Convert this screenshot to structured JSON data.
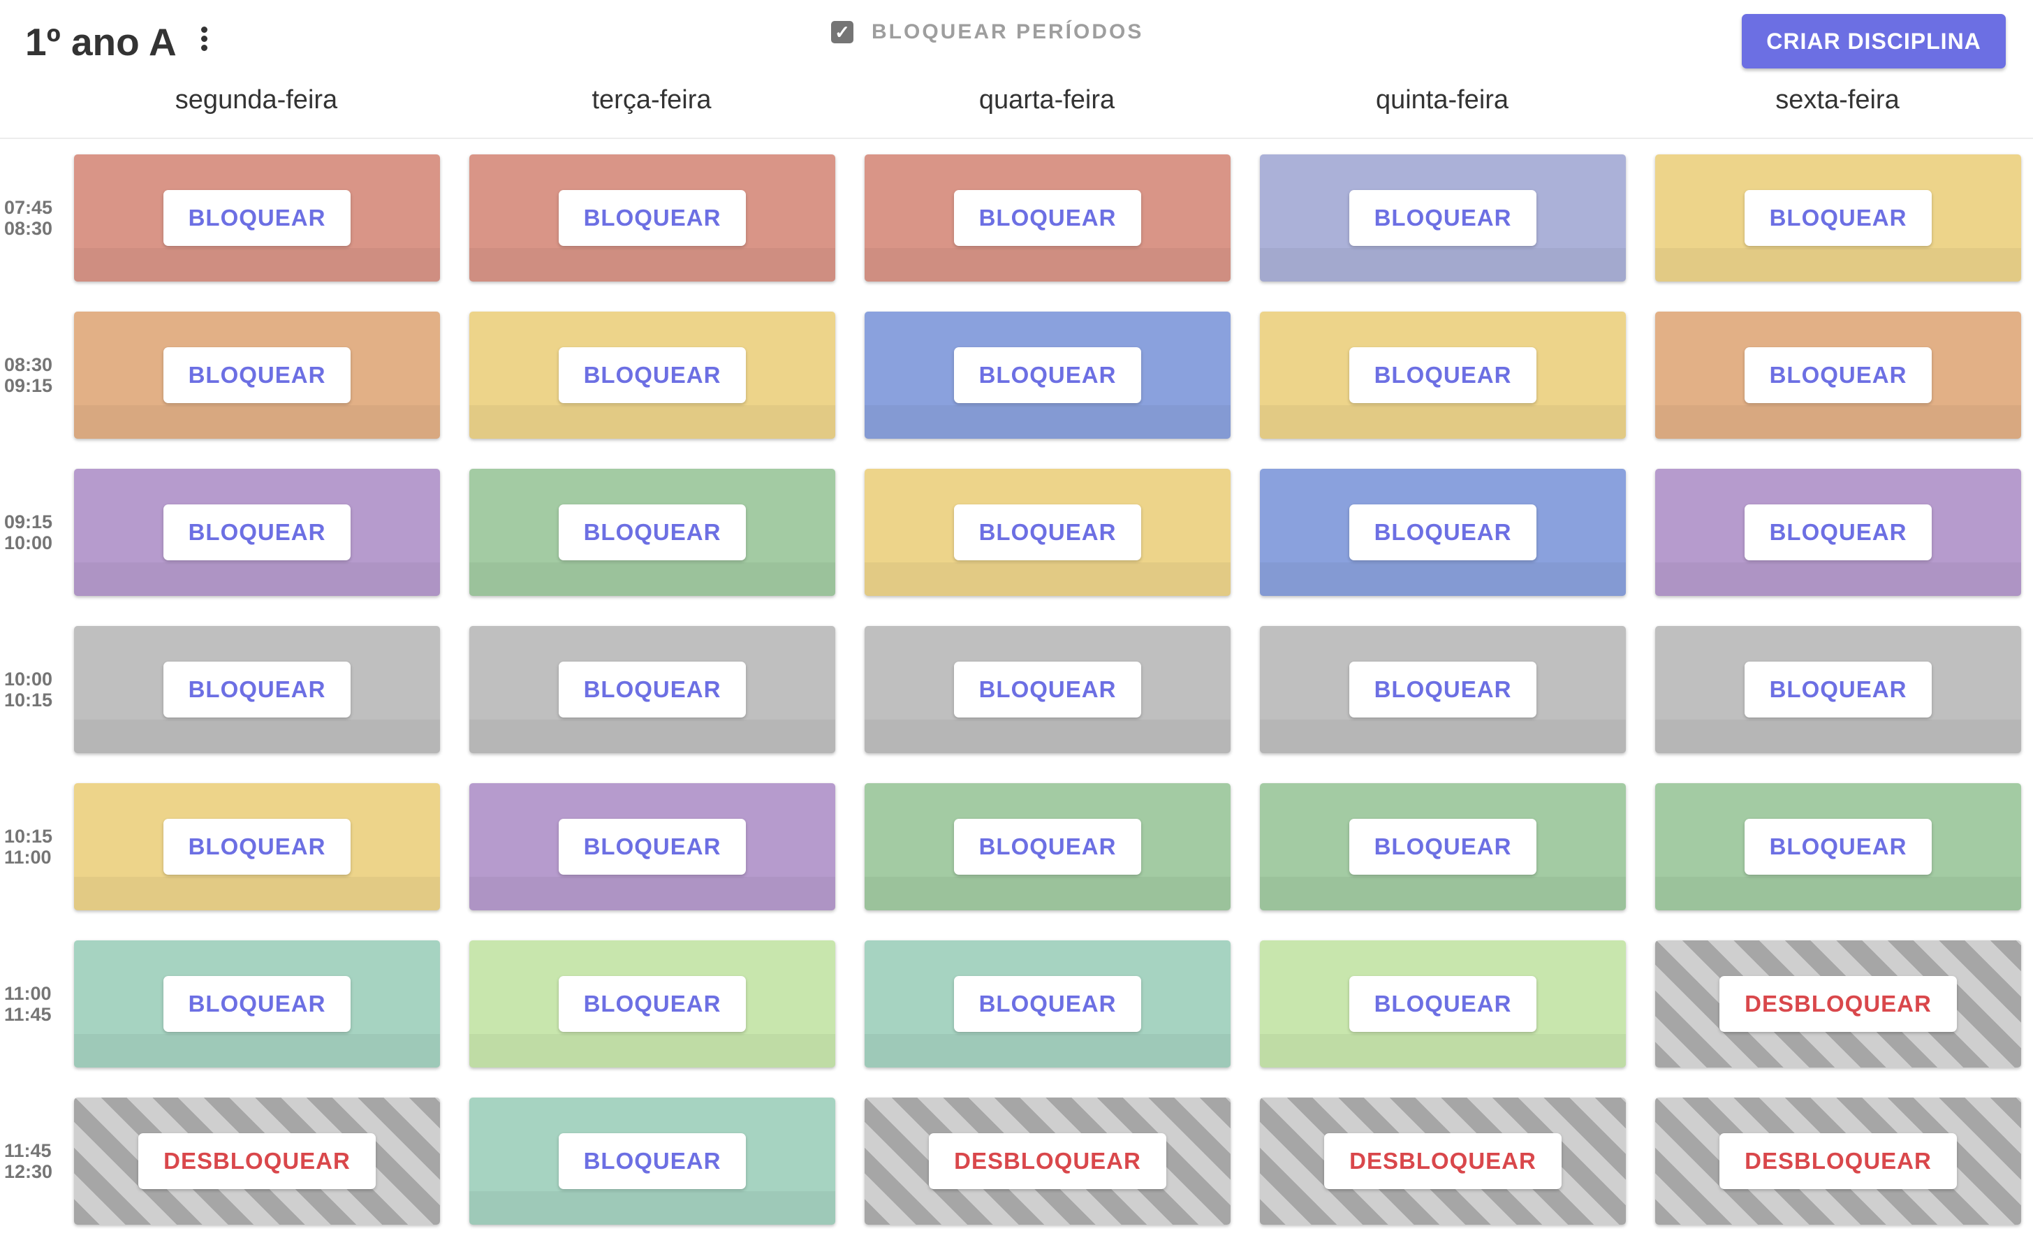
{
  "header": {
    "title": "1º ano A",
    "lock_periods_label": "BLOQUEAR PERÍODOS",
    "lock_periods_checked": true,
    "create_button_label": "CRIAR DISCIPLINA"
  },
  "days": [
    "segunda-feira",
    "terça-feira",
    "quarta-feira",
    "quinta-feira",
    "sexta-feira"
  ],
  "periods": [
    {
      "start": "07:45",
      "end": "08:30"
    },
    {
      "start": "08:30",
      "end": "09:15"
    },
    {
      "start": "09:15",
      "end": "10:00"
    },
    {
      "start": "10:00",
      "end": "10:15"
    },
    {
      "start": "10:15",
      "end": "11:00"
    },
    {
      "start": "11:00",
      "end": "11:45"
    },
    {
      "start": "11:45",
      "end": "12:30"
    }
  ],
  "labels": {
    "block": "BLOQUEAR",
    "unblock": "DESBLOQUEAR"
  },
  "colors": {
    "accent": "#6c6fe3",
    "unblock_text": "#d9474b",
    "red": "#d99587",
    "orange": "#e2b086",
    "yellow": "#edd48a",
    "blue_gray": "#abb1d8",
    "blue": "#8aa1dd",
    "purple": "#b69bcd",
    "green": "#a3cba3",
    "gray": "#bfbfbf",
    "mint": "#a6d3c1",
    "lime": "#c8e6ad"
  },
  "grid": [
    [
      {
        "color": "red",
        "locked": false
      },
      {
        "color": "red",
        "locked": false
      },
      {
        "color": "red",
        "locked": false
      },
      {
        "color": "blue_gray",
        "locked": false
      },
      {
        "color": "yellow",
        "locked": false
      }
    ],
    [
      {
        "color": "orange",
        "locked": false
      },
      {
        "color": "yellow",
        "locked": false
      },
      {
        "color": "blue",
        "locked": false
      },
      {
        "color": "yellow",
        "locked": false
      },
      {
        "color": "orange",
        "locked": false
      }
    ],
    [
      {
        "color": "purple",
        "locked": false
      },
      {
        "color": "green",
        "locked": false
      },
      {
        "color": "yellow",
        "locked": false
      },
      {
        "color": "blue",
        "locked": false
      },
      {
        "color": "purple",
        "locked": false
      }
    ],
    [
      {
        "color": "gray",
        "locked": false
      },
      {
        "color": "gray",
        "locked": false
      },
      {
        "color": "gray",
        "locked": false
      },
      {
        "color": "gray",
        "locked": false
      },
      {
        "color": "gray",
        "locked": false
      }
    ],
    [
      {
        "color": "yellow",
        "locked": false
      },
      {
        "color": "purple",
        "locked": false
      },
      {
        "color": "green",
        "locked": false
      },
      {
        "color": "green",
        "locked": false
      },
      {
        "color": "green",
        "locked": false
      }
    ],
    [
      {
        "color": "mint",
        "locked": false
      },
      {
        "color": "lime",
        "locked": false
      },
      {
        "color": "mint",
        "locked": false
      },
      {
        "color": "lime",
        "locked": false
      },
      {
        "color": null,
        "locked": true
      }
    ],
    [
      {
        "color": null,
        "locked": true
      },
      {
        "color": "mint",
        "locked": false
      },
      {
        "color": null,
        "locked": true
      },
      {
        "color": null,
        "locked": true
      },
      {
        "color": null,
        "locked": true
      }
    ]
  ]
}
